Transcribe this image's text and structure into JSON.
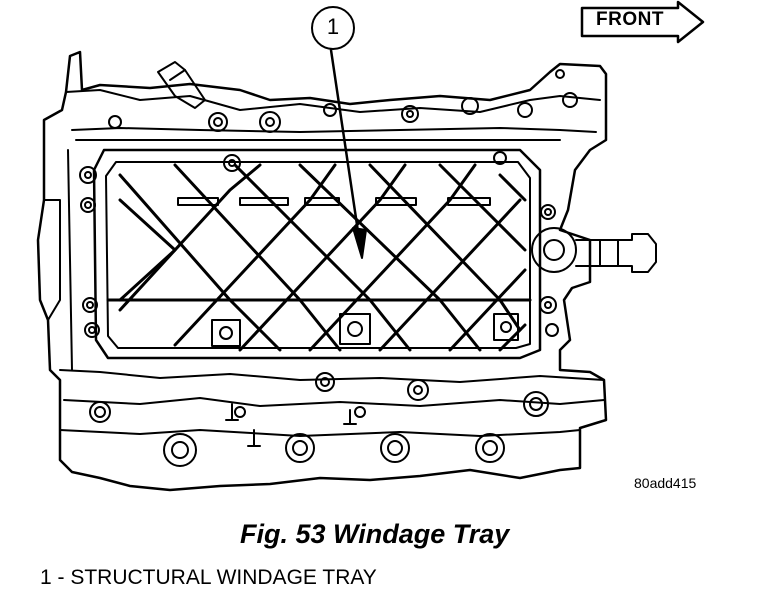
{
  "direction_label": "FRONT",
  "callout_number": "1",
  "figure_ref_code": "80add415",
  "caption": "Fig. 53 Windage Tray",
  "legend": [
    {
      "number": "1",
      "text": "STRUCTURAL WINDAGE TRAY",
      "display": "1 - STRUCTURAL WINDAGE TRAY"
    }
  ],
  "colors": {
    "ink": "#000000",
    "paper": "#ffffff"
  }
}
